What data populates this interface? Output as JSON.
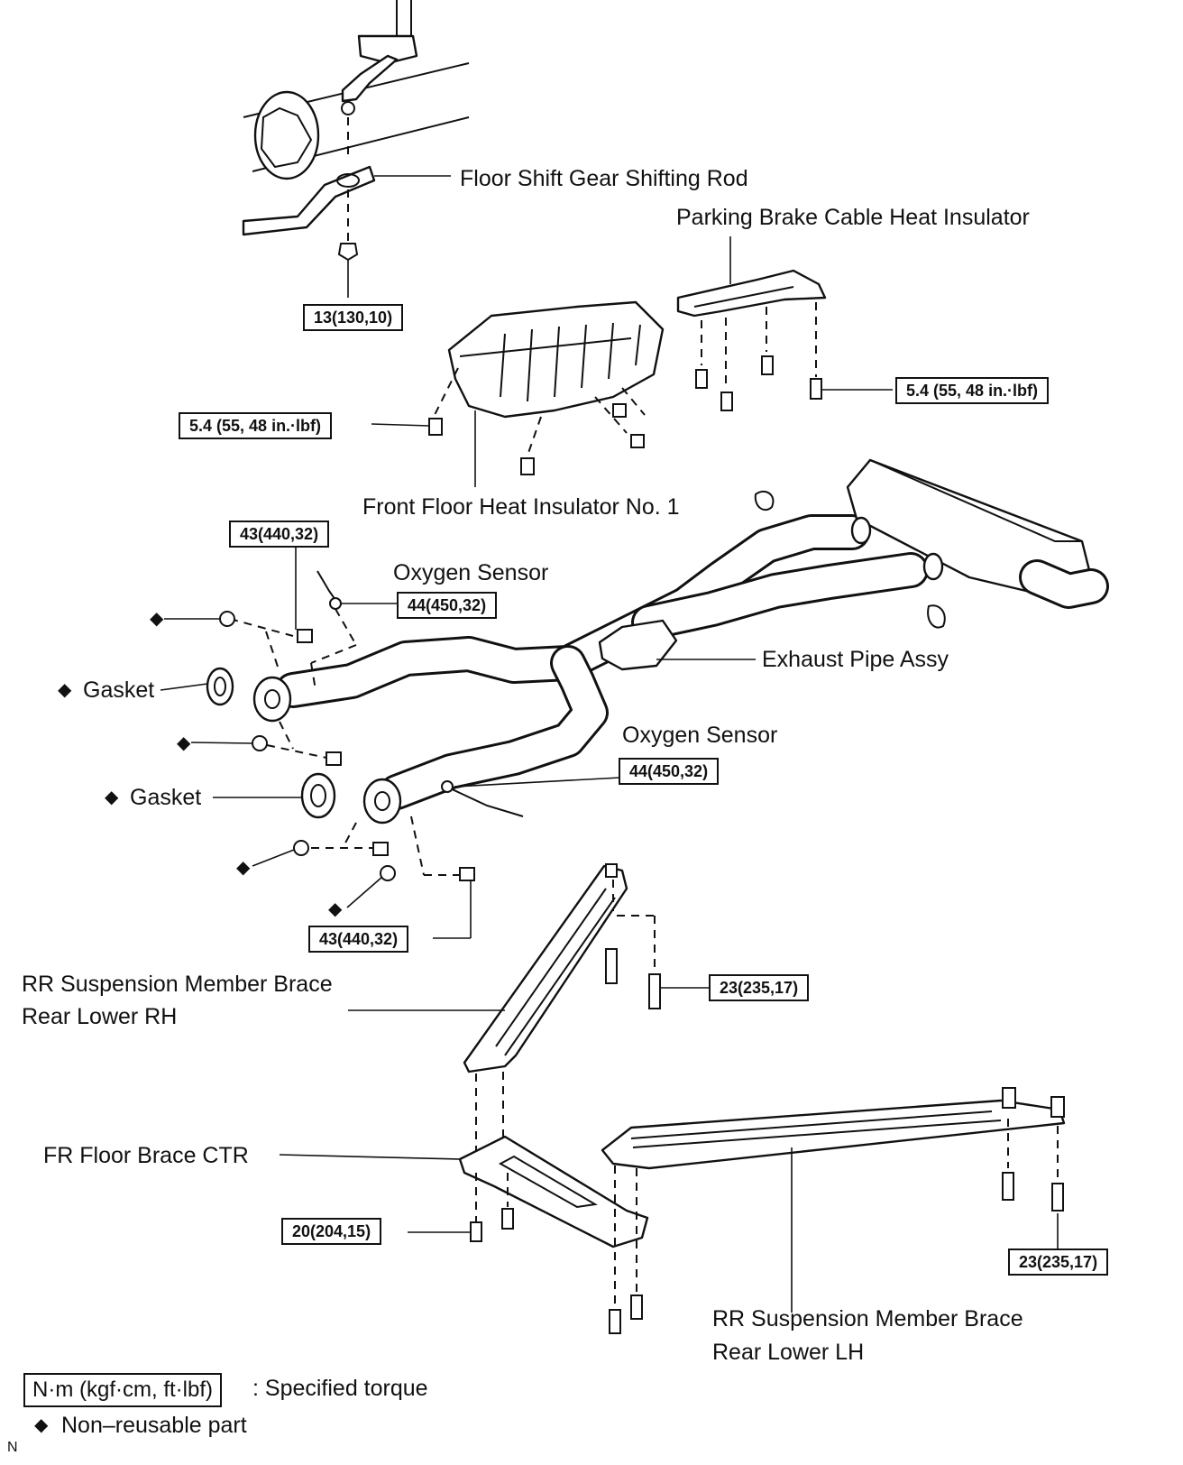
{
  "parts": {
    "floor_shift_rod": "Floor Shift Gear Shifting Rod",
    "parking_brake_insulator": "Parking Brake Cable Heat Insulator",
    "front_floor_insulator": "Front Floor Heat Insulator No. 1",
    "oxygen_sensor_upper": "Oxygen Sensor",
    "oxygen_sensor_lower": "Oxygen Sensor",
    "gasket_upper": "Gasket",
    "gasket_lower": "Gasket",
    "exhaust_pipe": "Exhaust Pipe Assy",
    "rr_brace_rh_line1": "RR Suspension Member Brace",
    "rr_brace_rh_line2": "Rear Lower RH",
    "fr_floor_brace": "FR Floor Brace CTR",
    "rr_brace_lh_line1": "RR Suspension Member Brace",
    "rr_brace_lh_line2": "Rear Lower LH"
  },
  "torques": {
    "shift_rod_nut": "13(130,10)",
    "parking_insulator_bolts": "5.4 (55, 48 in.·lbf)",
    "front_insulator_bolts": "5.4 (55, 48 in.·lbf)",
    "front_pipe_upper": "43(440,32)",
    "oxygen_sensor_upper": "44(450,32)",
    "oxygen_sensor_lower": "44(450,32)",
    "front_pipe_lower": "43(440,32)",
    "rr_brace_rh_bolts": "23(235,17)",
    "fr_floor_brace_bolts": "20(204,15)",
    "rr_brace_lh_bolts": "23(235,17)"
  },
  "legend": {
    "torque_unit": "N·m (kgf·cm, ft·lbf)",
    "torque_desc": ": Specified torque",
    "non_reusable_symbol": "◆",
    "non_reusable_desc": "Non–reusable part"
  },
  "corner_mark": "N"
}
